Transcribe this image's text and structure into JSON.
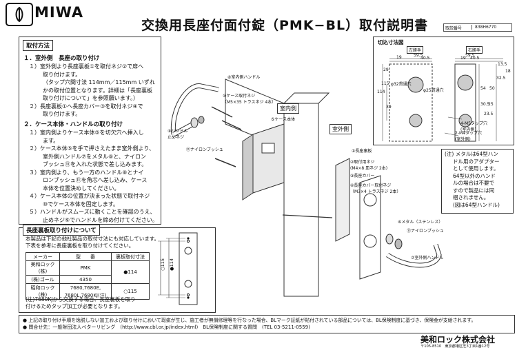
{
  "header": {
    "logo_text": "MIWA",
    "title": "交換用長座付面付錠（PMK−BL）取付説明書",
    "docno_label": "取説番号",
    "docno_value": "838H6770"
  },
  "left": {
    "section_title": "取付方法",
    "part1_title": "１．室外側　長座の取り付け",
    "part1_steps": [
      "１）室外側より長座裏板①を取付ネジ②で扉へ",
      "取り付けます。",
      "（タップ穴間寸法 114mm／115mm いずれ",
      "かの取付位置となります。詳細は「長座裏板",
      "取り付けについて」を参照願います。）",
      "２）長座裏板①へ長座カバー③を取付ネジ④で",
      "取り付けます。"
    ],
    "part2_title": "２．ケース本体・ハンドルの取り付け",
    "part2_steps": [
      "１）室内側よりケース本体⑤を切欠穴へ挿入し",
      "ます。",
      "２）ケース本体⑤を手で押さえたまま室外側より、",
      "室外側ハンドル⑦をメタル⑥と、ナイロン",
      "ブッシュ⑪を入れた状態で差し込みます。",
      "３）室内側より、もう一方のハンドル⑧とナイ",
      "ロンブッシュ⑪を角芯へ差し込み、ケース",
      "本体を位置決めしてください。",
      "４）ケース本体の位置が決まった状態で取付ネジ",
      "⑩でケース本体を固定します。",
      "５）ハンドルがスムーズに動くことを確認のうえ、",
      "止めネジ⑨でハンドルを締め付けてください。"
    ]
  },
  "backplate": {
    "title": "長座裏板取り付けについて",
    "intro": [
      "本製品は下記の他社製品の取付寸法にも対応しています。",
      "下表を参考に長座裏板を取り付けてください。"
    ],
    "table_headers": [
      "メーカー",
      "型　　番",
      "裏板取付寸法"
    ],
    "rows": [
      {
        "maker": "美和ロック(株)",
        "model": "PMK",
        "dim": "●114"
      },
      {
        "maker": "(株)ゴール",
        "model": "4350",
        "dim": ""
      },
      {
        "maker": "昭和ロック(株)",
        "model": "7680,7680E,",
        "dim": "○115"
      },
      {
        "maker": "",
        "model": "7680L,7680KJ(注)",
        "dim": ""
      }
    ],
    "footnote": [
      "(注)7680KJから交換する場合、長座裏板を取り",
      "付けるためタップ加工が必要となります。"
    ],
    "dim_114": "114",
    "dim_115": "115"
  },
  "cutout": {
    "title": "切込寸法図",
    "left_tag": "左勝手",
    "right_tag": "右勝手",
    "dims": {
      "w595": "59.5",
      "w19": "19",
      "w405": "40.5",
      "h114": "114",
      "h115": "115",
      "h29": "29",
      "h54": "54",
      "h50": "50",
      "h39": "39",
      "h325": "32.5",
      "h25": "25",
      "h305": "30.5",
      "h235": "23.5",
      "h135": "13.5",
      "h18": "18"
    },
    "hole_a": "φ32貫通穴",
    "hole_b": "φ25貫通穴",
    "tap_m5": "4-M5タップ穴\n(室内側)",
    "tap_m4": "2-M4タップ穴\n(室外側)"
  },
  "diagram": {
    "indoor_label": "室内側",
    "outdoor_label": "室外側",
    "callouts": {
      "c8": "⑧室内側ハンドル",
      "c10": "⑩ケース取付ネジ\n（M5×35 トラスネジ 4本）",
      "c5": "⑤ケース本体",
      "c9": "⑨ハンドル\n止めネジ",
      "c11a": "⑪ナイロンブッシュ",
      "c1": "①長座裏板",
      "c2": "②取付用ネジ\n(M4×8 皿ネジ 2本)",
      "c3": "③長座カバー",
      "c4": "④長座カバー取付ネジ\n（M3×4 トラスネジ 2本）",
      "c6": "⑥メタル（ステンレス）",
      "c11b": "⑪ナイロンブッシュ",
      "c7": "⑦室外側ハンドル"
    },
    "note": [
      "(注) メタルは64型ハン",
      "ドル用のアダプター",
      "として使用します。",
      "64型以外のハンド",
      "ルの場合は不要で",
      "すので製品には同",
      "梱されません。",
      "(図は64型ハンドル)"
    ]
  },
  "footer": {
    "line1": "● 上記の取り付け手順を逸脱しない加工および取り付けにおいて瑕疵が生じ、施工者が無償修理等を行なった場合、BLマーク証紙が貼付されている部品については、BL保険制度に基づき、保険金が支給されます。",
    "line2": "● 問合せ先：一般財団法人ベターリビング　(http://www.cbl.or.jp/index.html)　BL保険制度に関する質問　(TEL 03-5211-0559)",
    "company": "美和ロック株式会社",
    "address": "〒105-8510　東京都港区芝3丁目1番12号"
  }
}
